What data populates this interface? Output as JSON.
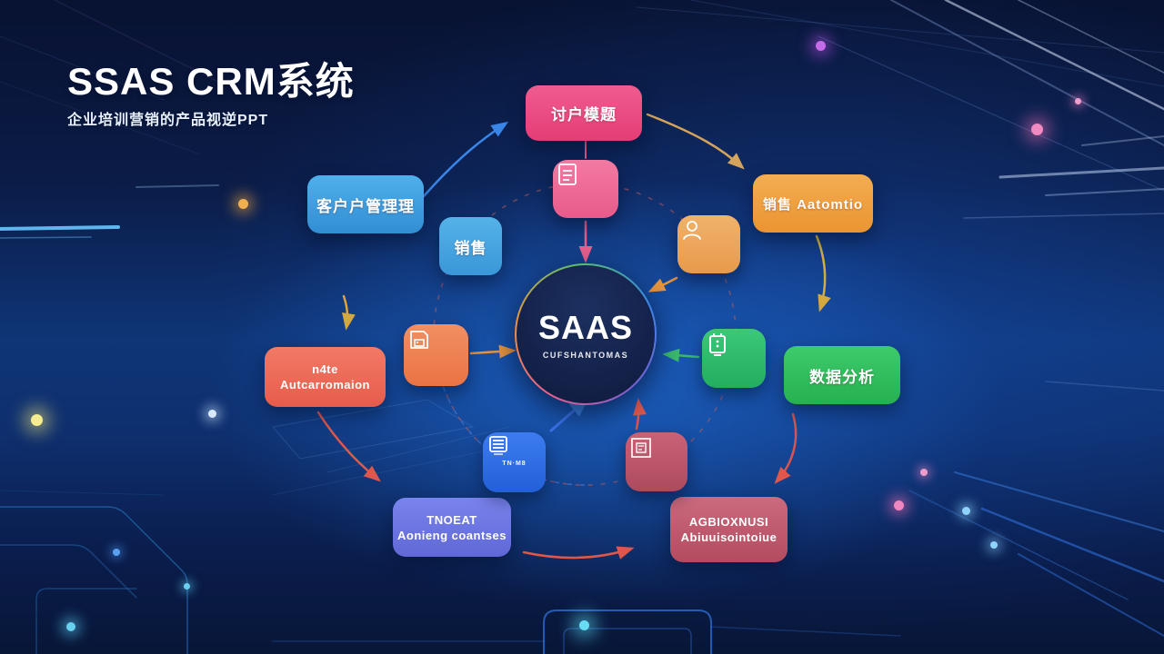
{
  "header": {
    "title": "SSAS CRM系统",
    "subtitle": "企业培训营销的产品视逆PPT"
  },
  "center": {
    "title": "SAAS",
    "subtitle": "CUFSHANTOMAS"
  },
  "nodes": {
    "customer_module": {
      "label": "讨户模题",
      "color": "#e8457e"
    },
    "customer_management": {
      "label": "客户户管理理",
      "color": "#3f9bdd"
    },
    "sales": {
      "label": "销售",
      "color": "#47a4e0"
    },
    "sales_automation": {
      "label": "销售 Aatomtio",
      "color": "#efa042"
    },
    "data_analysis": {
      "label": "数据分析",
      "color": "#2fbe5e"
    },
    "rate_automation": {
      "line1": "n4te",
      "line2": "Autcarromaion",
      "color": "#ed6a58"
    },
    "training_courses": {
      "line1": "TNOEAT",
      "line2": "Aonieng coantses",
      "color": "#6d76e2"
    },
    "analytics_module": {
      "line1": "AGBIOXNUSI",
      "line2": "Abiuuisointoiue",
      "color": "#bf5a6e"
    }
  },
  "icons": {
    "document_pink": "document-icon",
    "person_orange": "person-icon",
    "server_green": "server-icon",
    "save_orange": "save-icon",
    "report_blue": {
      "name": "report-icon",
      "caption": "TN·M8"
    },
    "module_maroon": "module-icon"
  },
  "colors": {
    "background_navy": "#0b1c47",
    "glow_blue": "#2378e6",
    "arrow_blue": "#3a85e8",
    "arrow_tan": "#d4a45c",
    "arrow_orange": "#e6953f",
    "arrow_yellow": "#d2a93f",
    "arrow_pink": "#e75f8d",
    "arrow_green": "#3cbb6d",
    "arrow_red": "#dd574c"
  }
}
